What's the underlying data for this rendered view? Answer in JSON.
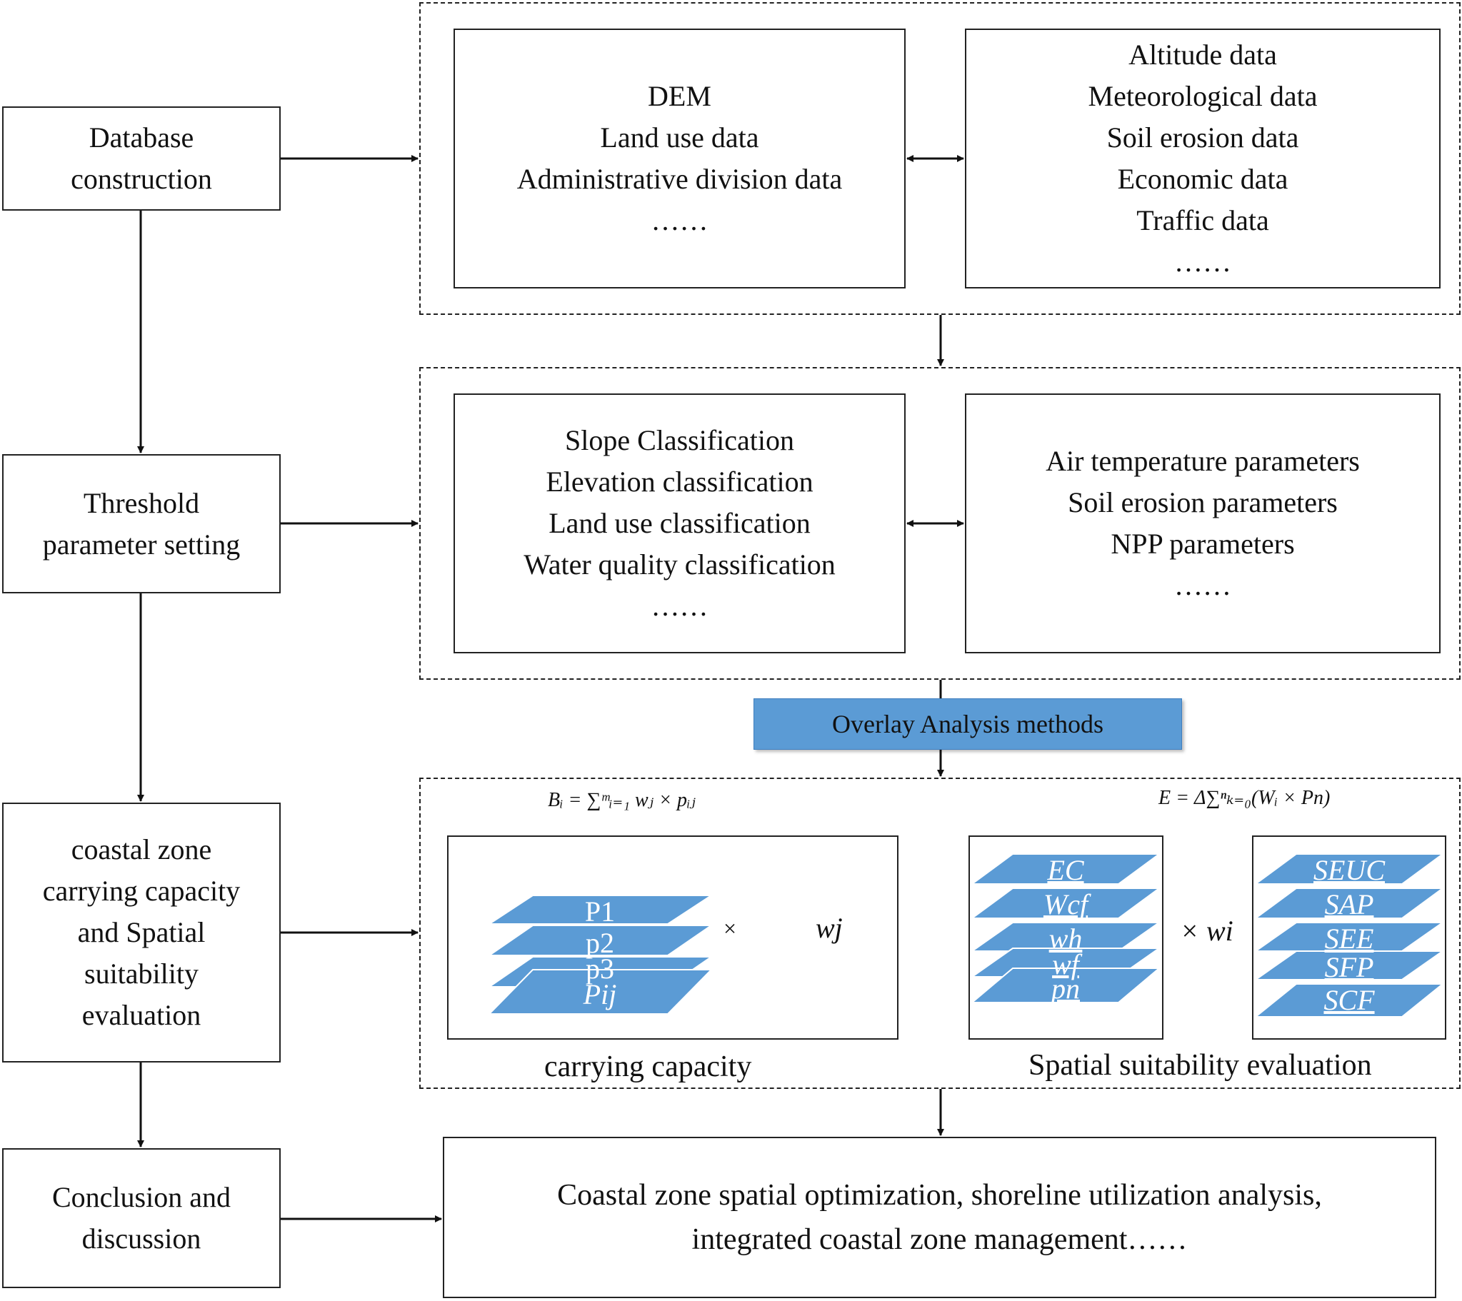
{
  "left_steps": {
    "database": [
      "Database",
      "construction"
    ],
    "threshold": [
      "Threshold",
      "parameter setting"
    ],
    "evaluation": [
      "coastal zone",
      "carrying capacity",
      "and Spatial",
      "suitability",
      "evaluation"
    ],
    "conclusion": [
      "Conclusion and",
      "discussion"
    ]
  },
  "database_panel": {
    "left_items": [
      "DEM",
      "Land use data",
      "Administrative division data",
      "……"
    ],
    "right_items": [
      "Altitude data",
      "Meteorological data",
      "Soil erosion data",
      "Economic data",
      "Traffic data",
      "……"
    ]
  },
  "threshold_panel": {
    "left_items": [
      "Slope Classification",
      "Elevation classification",
      "Land use classification",
      "Water quality classification",
      "……"
    ],
    "right_items": [
      "Air temperature parameters",
      "Soil erosion parameters",
      "NPP parameters",
      "……"
    ]
  },
  "method_label": "Overlay Analysis methods",
  "evaluation_panel": {
    "formula_left": "Bᵢ = ∑ᵐᵢ₌₁ wⱼ × pᵢⱼ",
    "formula_right": "E = Δ∑ⁿₖ₌₀(Wᵢ × Pn)",
    "capacity_layers": [
      "P1",
      "p2",
      "p3",
      "Pij"
    ],
    "times_symbol": "×",
    "capacity_weight": "wj",
    "suitability_layers": [
      "EC",
      "Wcf",
      "wh",
      "wf",
      "pn"
    ],
    "suitability_weight": "× wi",
    "result_layers": [
      "SEUC",
      "SAP",
      "SEE",
      "SFP",
      "SCF"
    ],
    "caption_left": "carrying capacity",
    "caption_right": "Spatial suitability evaluation"
  },
  "conclusion_panel": {
    "lines": [
      "Coastal zone spatial optimization, shoreline utilization analysis,",
      "integrated coastal zone management……"
    ]
  },
  "colors": {
    "layer_fill": "#5b9bd5",
    "layer_edge": "#ffffff",
    "method_fill": "#5b9bd5"
  }
}
